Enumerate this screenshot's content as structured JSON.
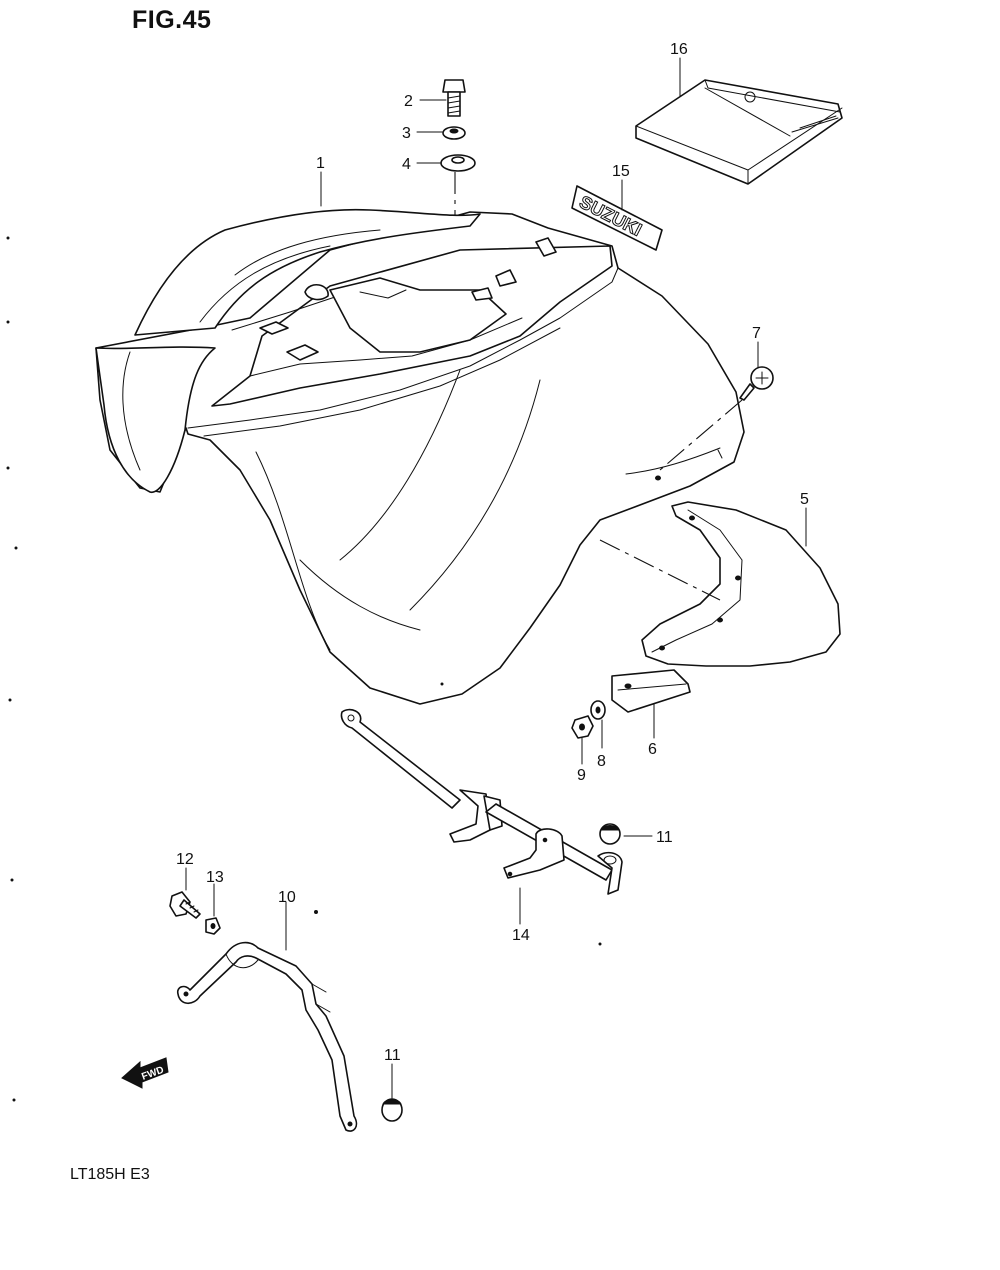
{
  "figure": {
    "title": "FIG.45",
    "model_code": "LT185H E3"
  },
  "callouts": {
    "p1": "1",
    "p2": "2",
    "p3": "3",
    "p4": "4",
    "p5": "5",
    "p6": "6",
    "p7": "7",
    "p8": "8",
    "p9": "9",
    "p10": "10",
    "p11a": "11",
    "p11b": "11",
    "p12": "12",
    "p13": "13",
    "p14": "14",
    "p15": "15",
    "p16": "16"
  },
  "emblem": {
    "text": "SUZUKI"
  },
  "direction": {
    "text": "FWD"
  },
  "colors": {
    "ink": "#111111",
    "paper": "#ffffff"
  }
}
